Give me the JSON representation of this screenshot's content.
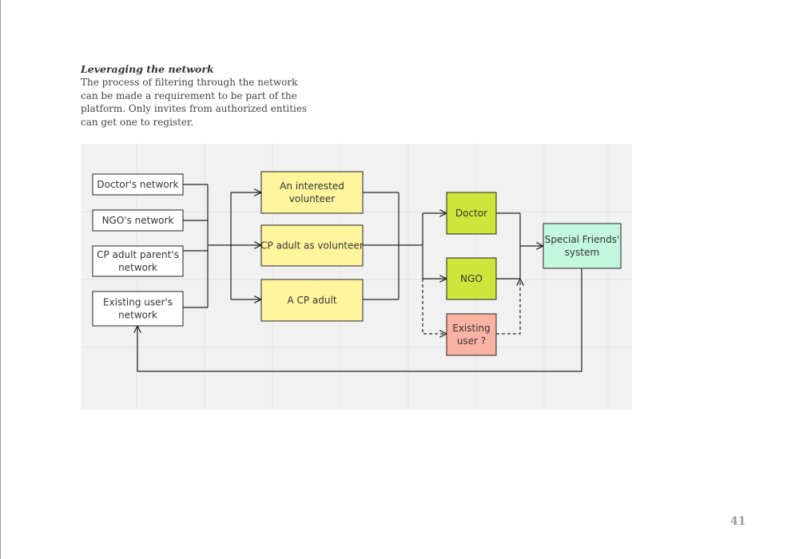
{
  "text": {
    "heading": "Leveraging the network",
    "lines": [
      "The process of filtering through the network",
      "can be made a requirement to be part of the",
      "platform. Only invites from authorized entities",
      "can get one to register."
    ]
  },
  "page_number": "41",
  "diagram": {
    "nodes": {
      "doctors_network": {
        "label": [
          "Doctor's network"
        ]
      },
      "ngos_network": {
        "label": [
          "NGO's network"
        ]
      },
      "cp_parent_network": {
        "label": [
          "CP adult parent's",
          "network"
        ]
      },
      "existing_user_network": {
        "label": [
          "Existing user's",
          "network"
        ]
      },
      "interested_volunteer": {
        "label": [
          "An interested",
          "volunteer"
        ]
      },
      "cp_adult_volunteer": {
        "label": [
          "CP adult as volunteer"
        ]
      },
      "cp_adult": {
        "label": [
          "A CP adult"
        ]
      },
      "doctor": {
        "label": [
          "Doctor"
        ]
      },
      "ngo": {
        "label": [
          "NGO"
        ]
      },
      "existing_user": {
        "label": [
          "Existing",
          "user ?"
        ]
      },
      "special_friends": {
        "label": [
          "Special Friends'",
          "system"
        ]
      }
    },
    "colors": {
      "background": "#f1f1f1",
      "grid": "#e4e4e4",
      "white_box": "#ffffff",
      "yellow_box": "#fff59d",
      "green_box": "#cde63c",
      "pink_box": "#f8b3a3",
      "mint_box": "#c3f7de",
      "line": "#222222"
    }
  }
}
